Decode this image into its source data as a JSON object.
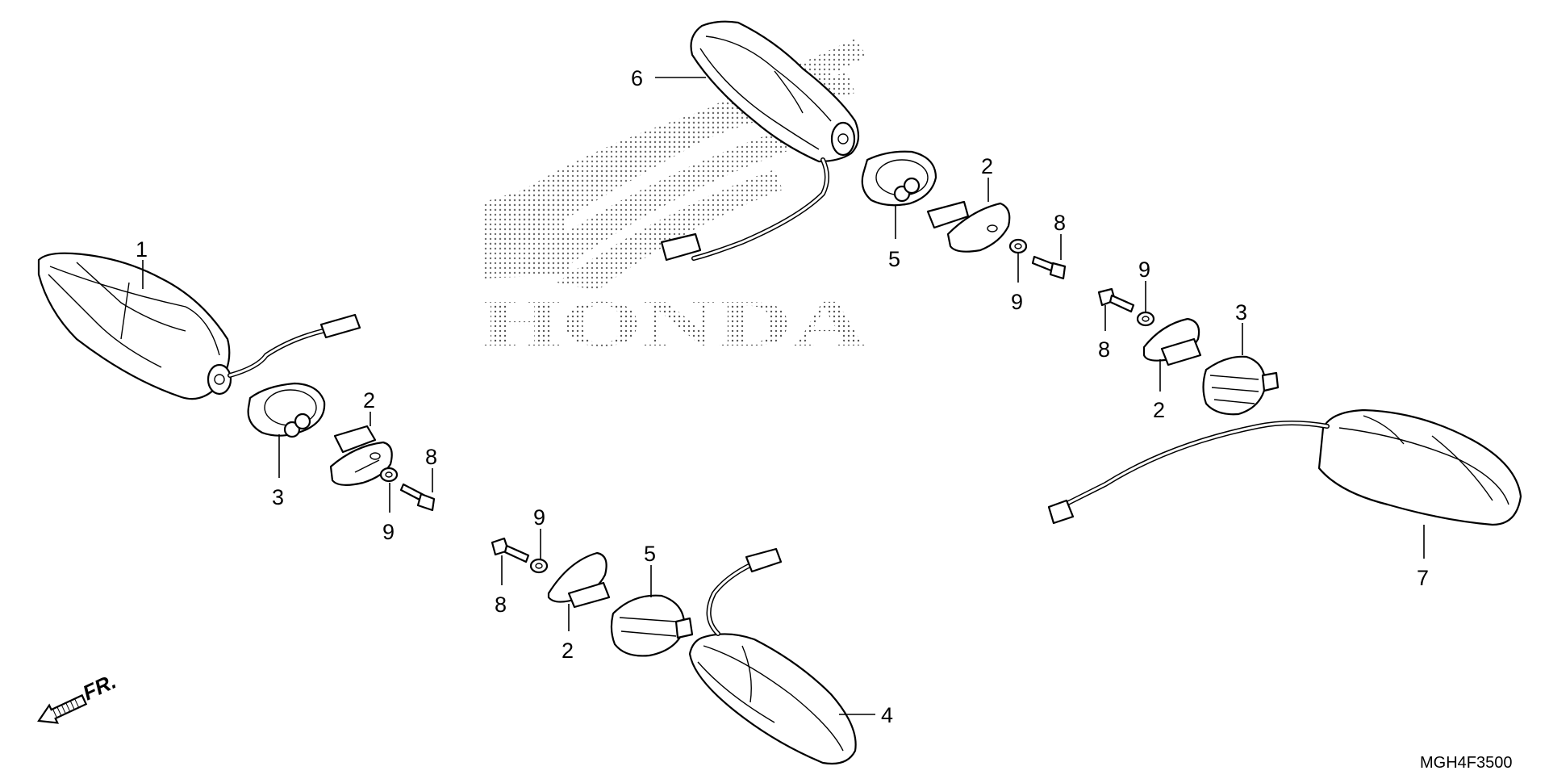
{
  "diagram": {
    "watermark_brand": "HONDA",
    "drawing_code": "MGH4F3500",
    "direction_label": "FR.",
    "callouts": [
      {
        "id": "c1",
        "label": "1"
      },
      {
        "id": "c2a",
        "label": "2"
      },
      {
        "id": "c3a",
        "label": "3"
      },
      {
        "id": "c8a",
        "label": "8"
      },
      {
        "id": "c9a",
        "label": "9"
      },
      {
        "id": "c6",
        "label": "6"
      },
      {
        "id": "c2b",
        "label": "2"
      },
      {
        "id": "c5a",
        "label": "5"
      },
      {
        "id": "c8b",
        "label": "8"
      },
      {
        "id": "c9b",
        "label": "9"
      },
      {
        "id": "c9c",
        "label": "9"
      },
      {
        "id": "c8c",
        "label": "8"
      },
      {
        "id": "c3b",
        "label": "3"
      },
      {
        "id": "c2c",
        "label": "2"
      },
      {
        "id": "c7",
        "label": "7"
      },
      {
        "id": "c9d",
        "label": "9"
      },
      {
        "id": "c5b",
        "label": "5"
      },
      {
        "id": "c8d",
        "label": "8"
      },
      {
        "id": "c2d",
        "label": "2"
      },
      {
        "id": "c4",
        "label": "4"
      }
    ]
  }
}
